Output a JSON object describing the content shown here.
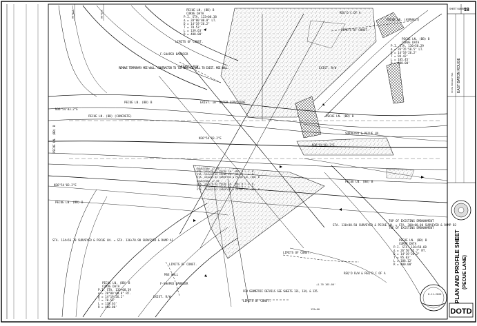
{
  "title_block": {
    "sheet_title_line1": "PLAN AND PROFILE SHEET",
    "sheet_title_line2": "(PECUE LANE)",
    "project_name": "EAST BATON ROUGE",
    "sheet_number": "18",
    "total_sheets_label": "SHEET NUMBER",
    "seal_label": "JOHN J. DOE REG. No. 12345 PROFESSIONAL ENGINEER",
    "seal_date": "8-11-2020",
    "agency_label": "STATE PROJECT NO.",
    "logo_text": "DOTD"
  },
  "labels": {
    "curve_top": [
      "PECUE LN. (BB) B",
      "CURVE DATA",
      "P.I. STA. 133+08.38",
      "Δ = 20°00'00.0\" LT.",
      "D = 14°19'26.2\"",
      "T = 70.53'",
      "L = 139.63'",
      "R = 400.00'"
    ],
    "curve_right_top": [
      "PECUE LN. (BB) B",
      "CURVE DATA",
      "P.I. STA. 136+58.29",
      "Δ = 26°35'50.5\" LT.",
      "D = 14°19'26.2\"",
      "T = 94.42'",
      "L = 185.45'",
      "R = 400.00'"
    ],
    "curve_right_bottom": [
      "PECUE LN. (BB) B",
      "CURVE DATA",
      "P.I. STA. 136+58.68",
      "Δ = 26°50'45.7\" RT.",
      "D = 14°19'26.2\"",
      "T = 95.03'",
      "L = 188.12'",
      "R = 400.00'"
    ],
    "curve_bottom_left": [
      "PECUE LN. (BB) B",
      "CURVE DATA",
      "P.I. STA. 133+08.39",
      "Δ = 20°00'00.0\" RT.",
      "D = 14°19'26.2\"",
      "T = 70.53'",
      "L = 139.63'",
      "R = 400.00'"
    ],
    "equation_block": [
      "EQUATION: +7.59'",
      "STA. 134+76.62 PECUE LN. (BB) B = L. B.",
      "STA. 134+67.03 PECUE LN. (BB) B = L. B.",
      "STA. 134+67.03 SURVEYED & PECUE LN. (BB) B",
      "EQUATION: +7.59'",
      "STA. 134+76.62 PECUE LN. (BB) B = L. B.",
      "STA. 134+67.03 PECUE LN. (BB) B = L. B.",
      "STA. 134+67.03 SURVEYED & PECUE LN. (BB) B"
    ],
    "req_c_of_a": "REQ'D C OF A",
    "req_c_of_a_2": "REQ'D C OF A",
    "limits_of_const": "LIMITS OF CONST.",
    "exist_rw": "EXIST. R/W",
    "exist_rw_2": "EXIST. R/W",
    "exist_rw_3": "EXIST. R/W",
    "pecue_ln_bb": "PECUE LN. (BB) B",
    "pecue_ln_bb_concrete": "PECUE LN. (BB) (CONCRETE)",
    "pecue_ln_asphalt": "PECUE LN. (ASPHALT)",
    "surveyed_pecue": "SURVEYED & PECUE LN.",
    "remove_wall": "REMOVE TEMPORARY MSE WALL. CONTRACTOR TO TIE NEW MSE WALL TO EXIST. MSE WALL.",
    "water_servitude": "EXIST. 10' WATER SERVITUDE",
    "bearing_1": "N36°54'03.2\"E",
    "bearing_2": "N36°54'03.2\"E",
    "bearing_3": "N36°54'03.2\"E",
    "bearing_4": "N36°54'03.2\"E",
    "sta_ramp_1": "STA. 134+56.70 SURVEYED & PECUE LN. = STA. 136+78.98 SURVEYED & RAMP A1",
    "sta_ramp_2": "STA. 130+88.50 SURVEYED & PECUE LN. = STA. 300+00.00 SURVEYED & RAMP B2",
    "top_embankment": "TOP OF EXISTING EMBANKMENT",
    "toe_embankment": "TOE OF EXISTING EMBANKMENT",
    "mse_wall": "MSE WALL",
    "f_shaped_barrier": "F-SHAPED BARRIER",
    "f_shaped_barrier_2": "F-SHAPED BARRIER",
    "geometric_details": "FOR GEOMETRIC DETAILS SEE SHEETS 131, 134, & 135.",
    "req_rw": "REQ'D R/W & REQ'D C OF A",
    "sta_top_left": "133+00",
    "sta_top_left_2": "132+00",
    "sta_bot_right": "135+00",
    "elev_label": "+1.70 165.00'",
    "pecue_lane_side": "PECUE LN. (BB) B"
  }
}
